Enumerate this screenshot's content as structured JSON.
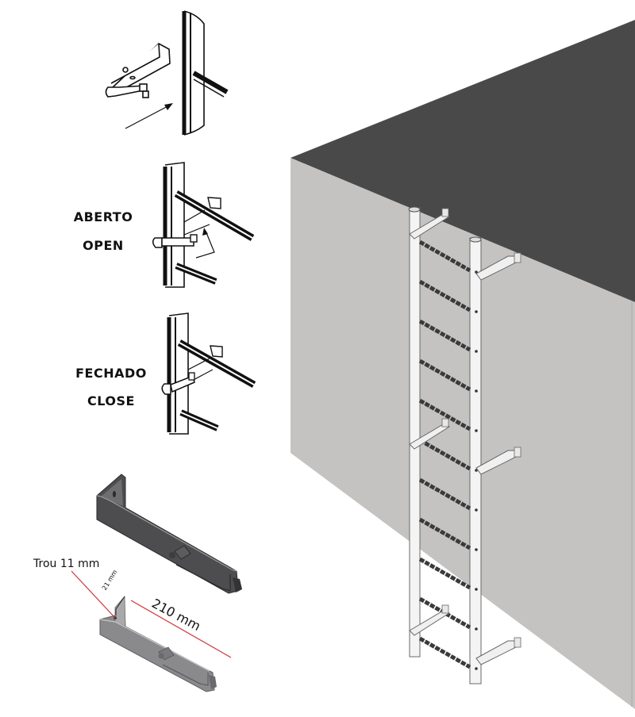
{
  "figure": {
    "title": "Fixed ladder with wall-mount brackets and safety latch",
    "colors": {
      "roof": "#4a494a",
      "wall": "#c4c3c2",
      "wall_edge": "#bdbcbb",
      "background": "#ffffff",
      "ink": "#111111",
      "bracket_dark": "#4d4d4f",
      "bracket_light": "#8a8a8c",
      "dimension_line": "#d0343c"
    },
    "states": [
      {
        "label_pt": "ABERTO",
        "label_en": "OPEN"
      },
      {
        "label_pt": "FECHADO",
        "label_en": "CLOSE"
      }
    ],
    "dimensions": {
      "hole": "Trou 11 mm",
      "width": "21 mm",
      "length": "210 mm"
    },
    "ladder": {
      "rung_count": 11,
      "bracket_pairs": 3
    }
  }
}
